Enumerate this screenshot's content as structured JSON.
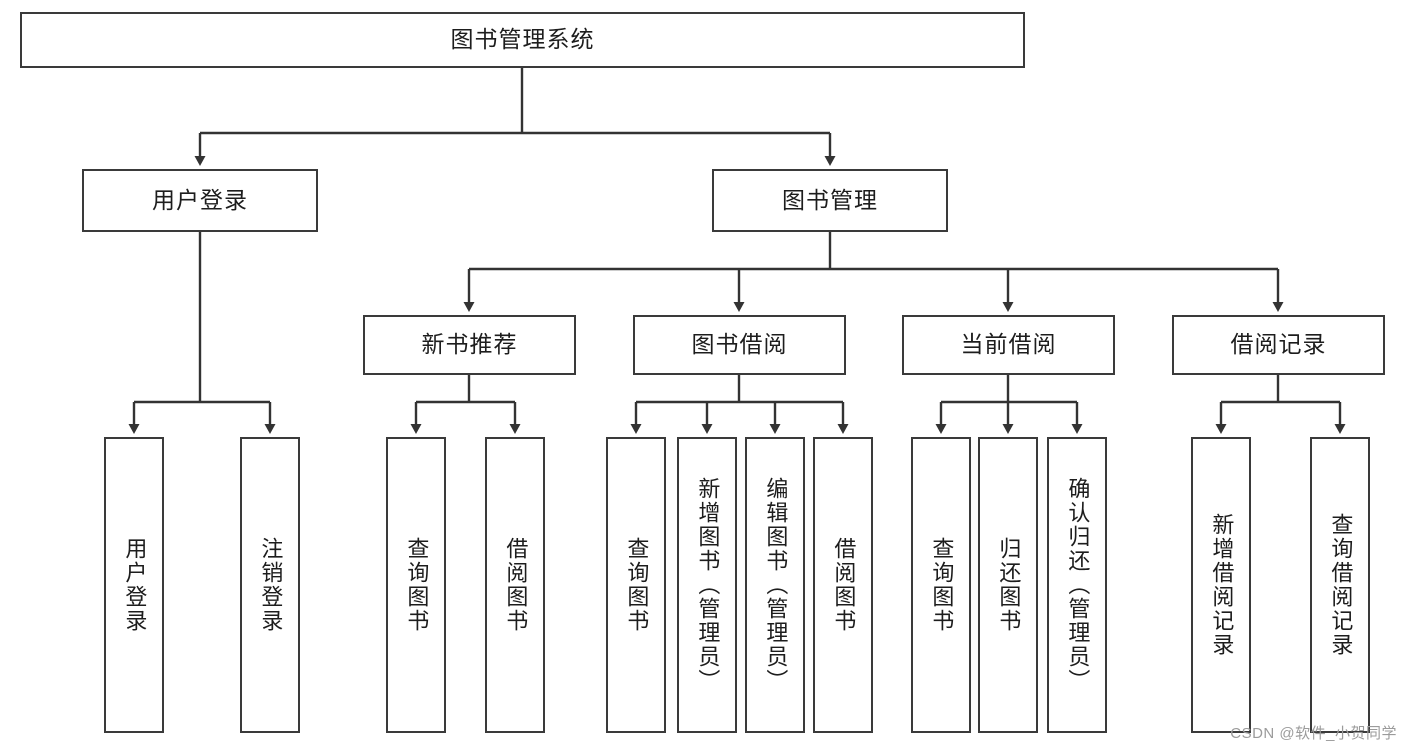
{
  "diagram": {
    "title": "图书管理系统",
    "type": "tree-hierarchy-diagram",
    "colors": {
      "box_border": "#3a3a3a",
      "box_fill": "#ffffff",
      "edge": "#333333",
      "text": "#1d1d1d",
      "watermark": "#9b9b9b",
      "background": "#ffffff"
    },
    "nodes": {
      "root": {
        "label": "图书管理系统"
      },
      "level2": [
        {
          "label": "用户登录"
        },
        {
          "label": "图书管理"
        }
      ],
      "level3": [
        {
          "label": "新书推荐"
        },
        {
          "label": "图书借阅"
        },
        {
          "label": "当前借阅"
        },
        {
          "label": "借阅记录"
        }
      ],
      "leaves": {
        "user_login": [
          {
            "label": "用户登录"
          },
          {
            "label": "注销登录"
          }
        ],
        "new_book_recommend": [
          {
            "label": "查询图书"
          },
          {
            "label": "借阅图书"
          }
        ],
        "book_borrow": [
          {
            "label": "查询图书"
          },
          {
            "label": "新增图书（管理员）"
          },
          {
            "label": "编辑图书（管理员）"
          },
          {
            "label": "借阅图书"
          }
        ],
        "current_borrow": [
          {
            "label": "查询图书"
          },
          {
            "label": "归还图书"
          },
          {
            "label": "确认归还（管理员）"
          }
        ],
        "borrow_record": [
          {
            "label": "新增借阅记录"
          },
          {
            "label": "查询借阅记录"
          }
        ]
      }
    },
    "watermark": "CSDN @软件_小贺同学"
  }
}
